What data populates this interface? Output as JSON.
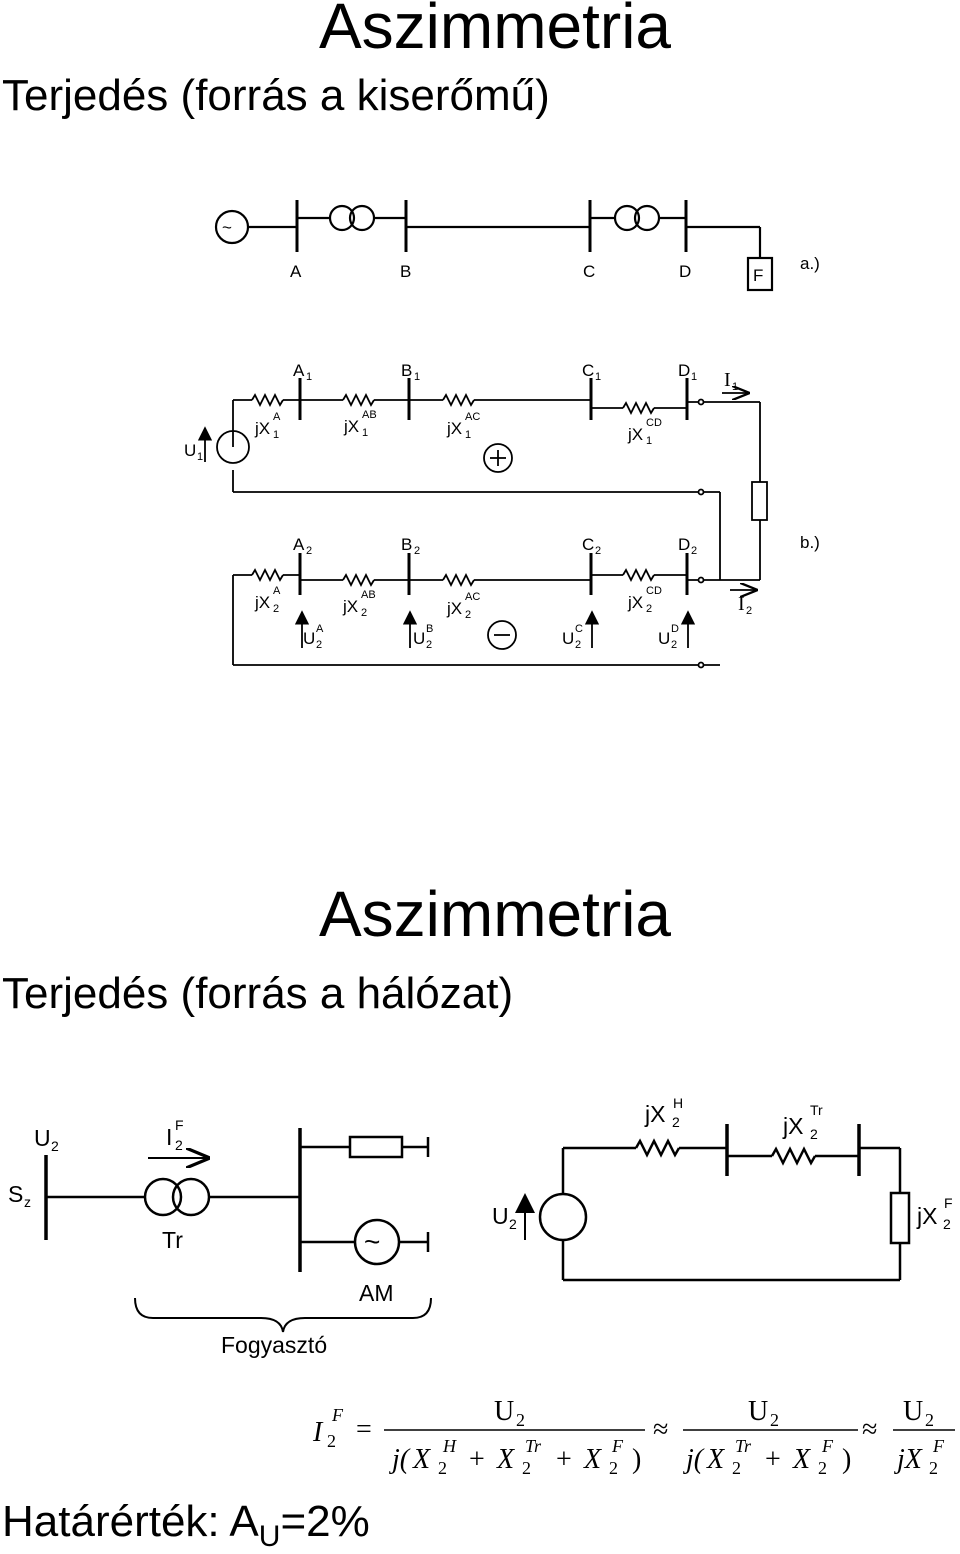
{
  "slide1": {
    "title": "Aszimmetria",
    "subtitle": "Terjedés (forrás a kiserőmű)",
    "diagram_a": {
      "label": "a.)",
      "source_symbol": "~",
      "buses": [
        "A",
        "B",
        "C",
        "D"
      ],
      "fault_box": "F"
    },
    "diagram_b": {
      "label": "b.)",
      "positive": {
        "buses": [
          "A",
          "B",
          "C",
          "D"
        ],
        "bus_sub": "1",
        "source": "U",
        "source_sub": "1",
        "current": "I",
        "current_sub": "1",
        "reactances": [
          {
            "base": "jX",
            "sub": "1",
            "sup": "A"
          },
          {
            "base": "jX",
            "sub": "1",
            "sup": "AB"
          },
          {
            "base": "jX",
            "sub": "1",
            "sup": "AC"
          },
          {
            "base": "jX",
            "sub": "1",
            "sup": "CD"
          }
        ],
        "sign": "+"
      },
      "negative": {
        "buses": [
          "A",
          "B",
          "C",
          "D"
        ],
        "bus_sub": "2",
        "current": "I",
        "current_sub": "2",
        "reactances": [
          {
            "base": "jX",
            "sub": "2",
            "sup": "A"
          },
          {
            "base": "jX",
            "sub": "2",
            "sup": "AB"
          },
          {
            "base": "jX",
            "sub": "2",
            "sup": "AC"
          },
          {
            "base": "jX",
            "sub": "2",
            "sup": "CD"
          }
        ],
        "voltages": [
          {
            "base": "U",
            "sub": "2",
            "sup": "A"
          },
          {
            "base": "U",
            "sub": "2",
            "sup": "B"
          },
          {
            "base": "U",
            "sub": "2",
            "sup": "C"
          },
          {
            "base": "U",
            "sub": "2",
            "sup": "D"
          }
        ],
        "sign": "−"
      }
    }
  },
  "slide2": {
    "title": "Aszimmetria",
    "subtitle": "Terjedés (forrás a hálózat)",
    "left_diagram": {
      "voltage": "U",
      "voltage_sub": "2",
      "current": "I",
      "current_sub": "2",
      "current_sup": "F",
      "source_label": "S",
      "source_sub": "z",
      "transformer": "Tr",
      "motor": "AM",
      "motor_symbol": "~",
      "consumer": "Fogyasztó"
    },
    "right_diagram": {
      "source": "U",
      "source_sub": "2",
      "elements": [
        {
          "base": "jX",
          "sub": "2",
          "sup": "H"
        },
        {
          "base": "jX",
          "sub": "2",
          "sup": "Tr"
        },
        {
          "base": "jX",
          "sub": "2",
          "sup": "F"
        }
      ]
    },
    "formula": {
      "lhs": "I",
      "lhs_sub": "2",
      "lhs_sup": "F",
      "eq": "=",
      "approx": "≈",
      "num": "U",
      "num_sub": "2",
      "term_H": "X",
      "sup_H": "H",
      "sup_Tr": "Tr",
      "sup_F": "F",
      "sub": "2",
      "j_open": "j(",
      "close": ")",
      "plus": "+",
      "jX": "jX"
    },
    "limit": {
      "label": "Határérték: A",
      "sub": "U",
      "value": "=2%"
    }
  }
}
